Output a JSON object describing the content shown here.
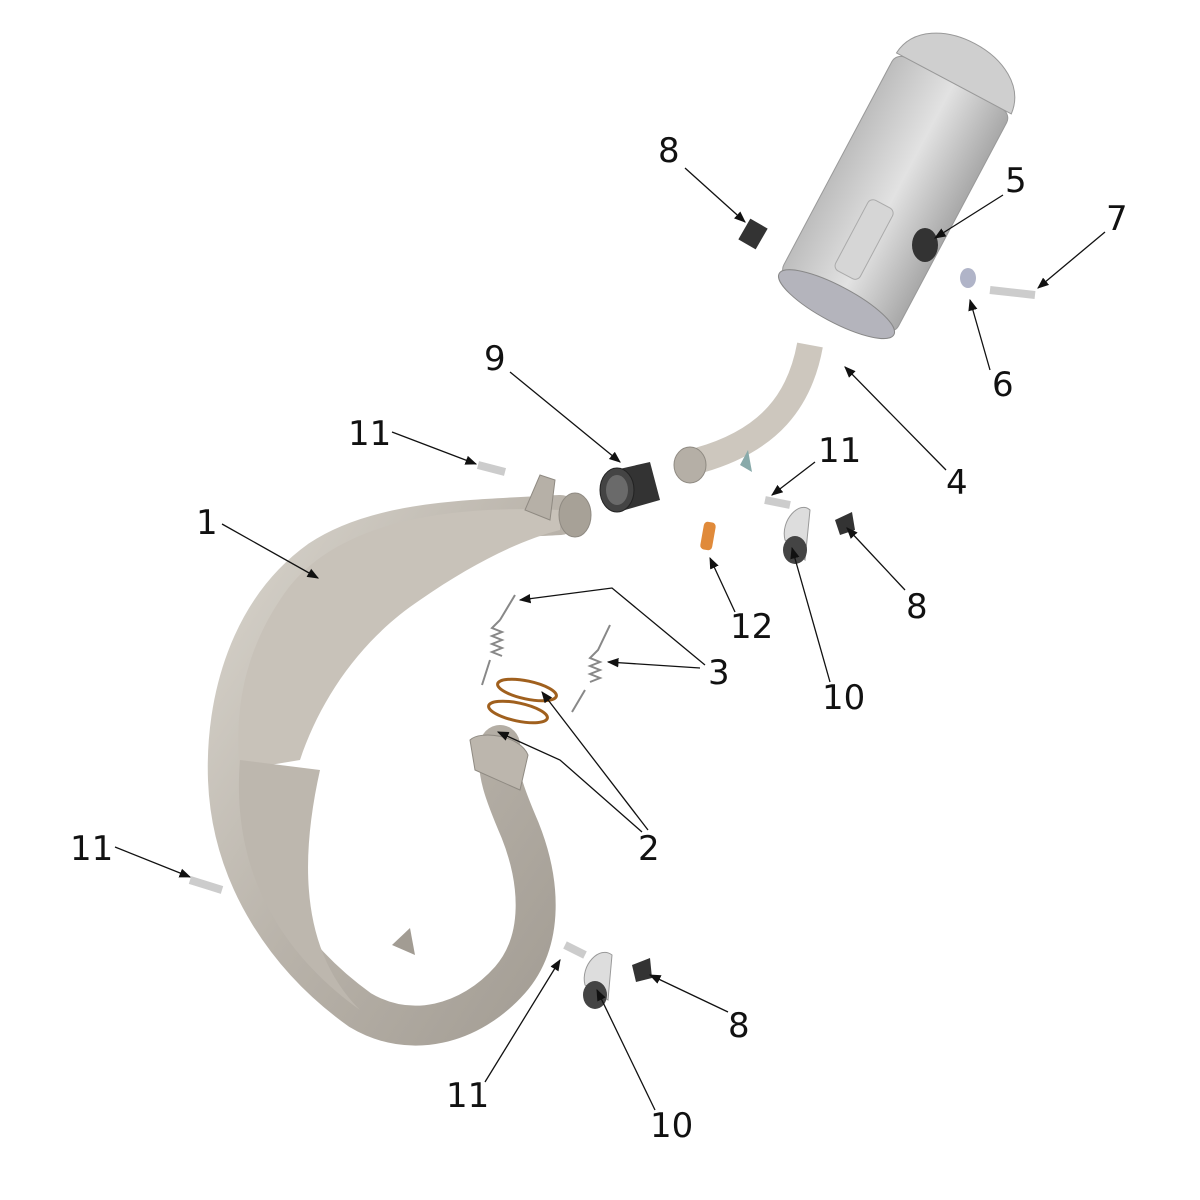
{
  "callouts": [
    {
      "text": "8"
    },
    {
      "text": "5"
    },
    {
      "text": "7"
    },
    {
      "text": "6"
    },
    {
      "text": "9"
    },
    {
      "text": "4"
    },
    {
      "text": "11"
    },
    {
      "text": "11"
    },
    {
      "text": "1"
    },
    {
      "text": "8"
    },
    {
      "text": "12"
    },
    {
      "text": "3"
    },
    {
      "text": "10"
    },
    {
      "text": "2"
    },
    {
      "text": "11"
    },
    {
      "text": "8"
    },
    {
      "text": "11"
    },
    {
      "text": "10"
    }
  ],
  "colors": {
    "metal": "#c9c4bc",
    "metal_dark": "#8f8a82",
    "rubber": "#2b2b2b",
    "o_ring": "#a0601e",
    "pin": "#e08a3a"
  }
}
